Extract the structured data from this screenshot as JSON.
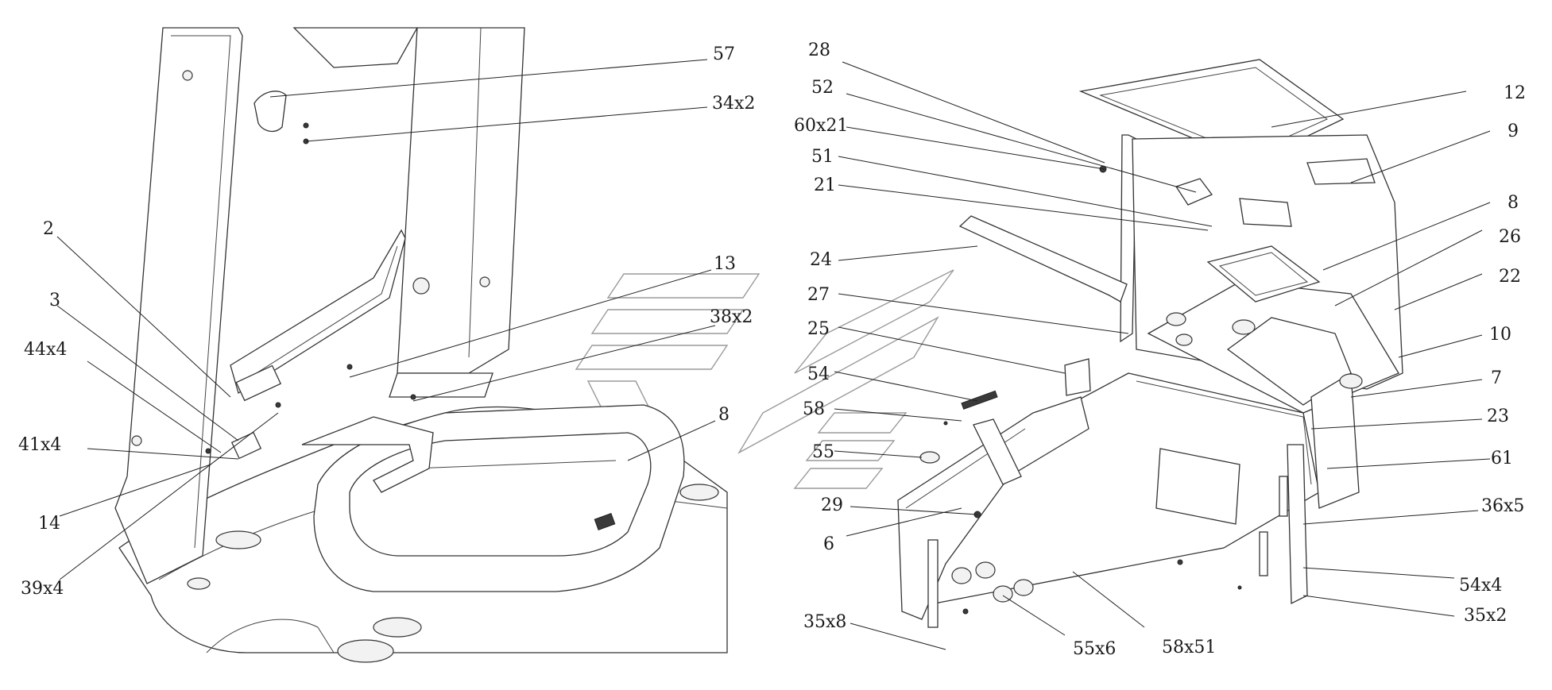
{
  "diagram": {
    "left_labels": [
      {
        "id": "l57",
        "text": "57"
      },
      {
        "id": "l34x2",
        "text": "34x2"
      },
      {
        "id": "l2",
        "text": "2"
      },
      {
        "id": "l3",
        "text": "3"
      },
      {
        "id": "l44x4",
        "text": "44x4"
      },
      {
        "id": "l41x4",
        "text": "41x4"
      },
      {
        "id": "l14",
        "text": "14"
      },
      {
        "id": "l39x4",
        "text": "39x4"
      },
      {
        "id": "l13",
        "text": "13"
      },
      {
        "id": "l38x2",
        "text": "38x2"
      },
      {
        "id": "l8a",
        "text": "8"
      }
    ],
    "right_labels": [
      {
        "id": "r28",
        "text": "28"
      },
      {
        "id": "r52",
        "text": "52"
      },
      {
        "id": "r60x21",
        "text": "60x21"
      },
      {
        "id": "r51",
        "text": "51"
      },
      {
        "id": "r21",
        "text": "21"
      },
      {
        "id": "r24",
        "text": "24"
      },
      {
        "id": "r27",
        "text": "27"
      },
      {
        "id": "r25",
        "text": "25"
      },
      {
        "id": "r54",
        "text": "54"
      },
      {
        "id": "r58",
        "text": "58"
      },
      {
        "id": "r55",
        "text": "55"
      },
      {
        "id": "r29",
        "text": "29"
      },
      {
        "id": "r6",
        "text": "6"
      },
      {
        "id": "r35x8",
        "text": "35x8"
      },
      {
        "id": "r55x6",
        "text": "55x6"
      },
      {
        "id": "r58x51",
        "text": "58x51"
      },
      {
        "id": "r12",
        "text": "12"
      },
      {
        "id": "r9",
        "text": "9"
      },
      {
        "id": "r8b",
        "text": "8"
      },
      {
        "id": "r26",
        "text": "26"
      },
      {
        "id": "r22",
        "text": "22"
      },
      {
        "id": "r10",
        "text": "10"
      },
      {
        "id": "r7",
        "text": "7"
      },
      {
        "id": "r23",
        "text": "23"
      },
      {
        "id": "r61",
        "text": "61"
      },
      {
        "id": "r36x5",
        "text": "36x5"
      },
      {
        "id": "r54x4",
        "text": "54x4"
      },
      {
        "id": "r35x2",
        "text": "35x2"
      }
    ]
  }
}
